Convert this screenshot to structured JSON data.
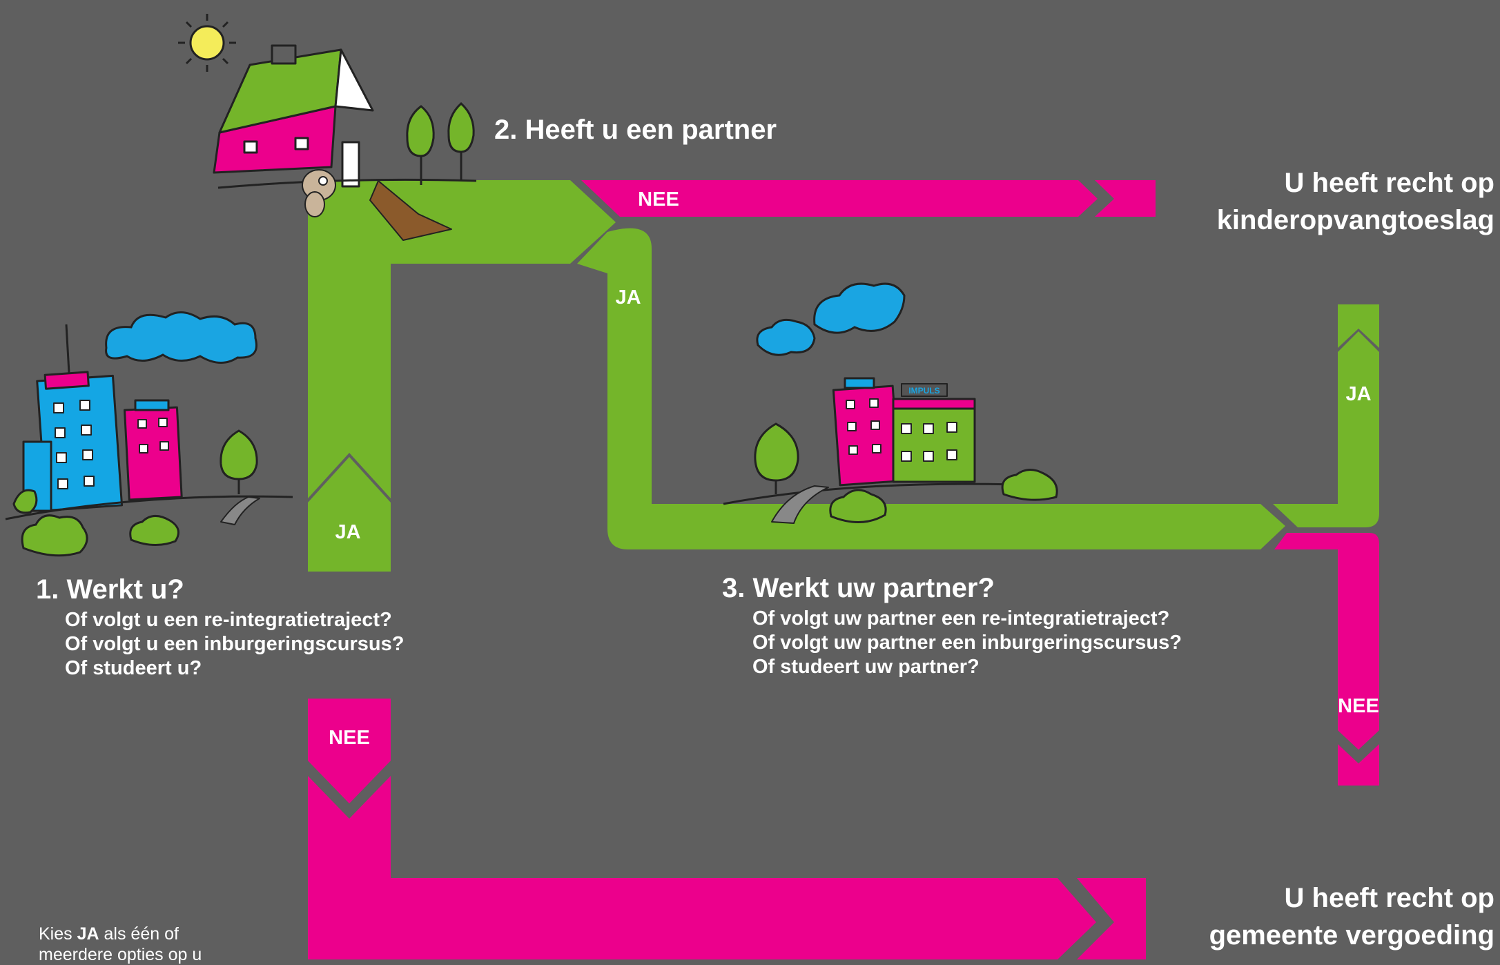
{
  "colors": {
    "background": "#5f5f5f",
    "green_path": "#74b52a",
    "magenta_path": "#ec008c",
    "building_blue": "#14a6e4",
    "cloud_blue": "#1aa5e2",
    "sun_yellow": "#f4ec5a"
  },
  "questions": {
    "q1": {
      "title": "1. Werkt u?",
      "lines": [
        "Of volgt u een re-integratietraject?",
        "Of volgt u een inburgeringscursus?",
        "Of studeert u?"
      ]
    },
    "q2": {
      "title": "2. Heeft u een partner"
    },
    "q3": {
      "title": "3. Werkt uw partner?",
      "lines": [
        "Of volgt uw partner een re-integratietraject?",
        "Of volgt uw partner een inburgeringscursus?",
        "Of studeert uw partner?"
      ]
    }
  },
  "outcomes": {
    "kinderopvang": {
      "line1": "U heeft recht op",
      "line2": "kinderopvangtoeslag"
    },
    "gemeente": {
      "line1": "U heeft recht op",
      "line2": "gemeente vergoeding"
    }
  },
  "labels": {
    "ja_q1": "JA",
    "nee_q1": "NEE",
    "ja_q2": "JA",
    "nee_q2": "NEE",
    "ja_q3": "JA",
    "nee_q3": "NEE"
  },
  "hint": {
    "prefix": "Kies ",
    "bold": "JA",
    "suffix": " als één of",
    "line2": "meerdere opties op u"
  },
  "illustrations": {
    "sun": "sun-icon",
    "house": "house-icon",
    "dog": "dog-icon",
    "city": "city-buildings-icon",
    "office": "office-buildings-icon",
    "cloud": "cloud-icon",
    "tree": "tree-icon",
    "bush": "bush-icon",
    "sign_text": "IMPULS"
  }
}
